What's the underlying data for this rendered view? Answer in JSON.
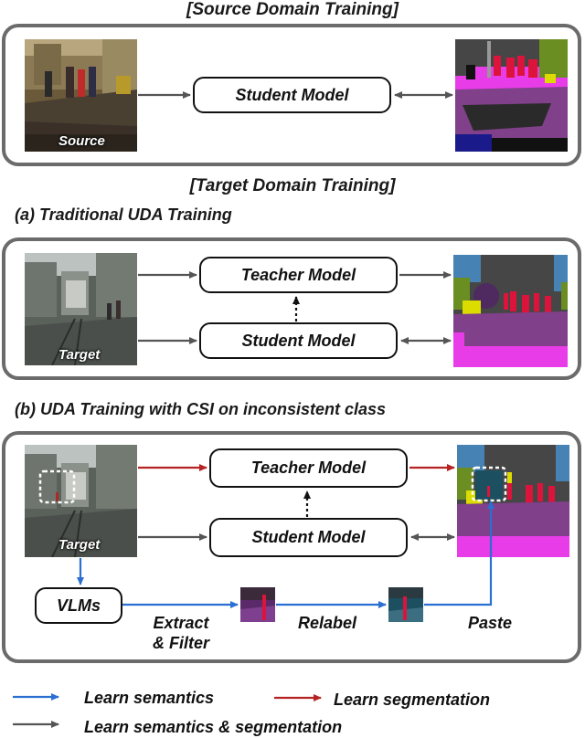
{
  "titles": {
    "source": "[Source Domain Training]",
    "target": "[Target Domain Training]",
    "traditional": "(a) Traditional UDA Training",
    "csi": "(b) UDA Training with CSI on inconsistent class"
  },
  "models": {
    "student": "Student Model",
    "teacher": "Teacher Model",
    "vlms": "VLMs"
  },
  "image_labels": {
    "source": "Source",
    "target": "Target"
  },
  "steps": {
    "extract": "Extract\n& Filter",
    "relabel": "Relabel",
    "paste": "Paste"
  },
  "legend": {
    "semantics": "Learn semantics",
    "segmentation": "Learn segmentation",
    "both": "Learn semantics & segmentation"
  },
  "colors": {
    "blue_arrow": "#2a6fd1",
    "red_arrow": "#b52323",
    "gray_arrow": "#555555",
    "magenta": "#e83ce8",
    "road_purple": "#7e3f8e",
    "person_red": "#dc143c",
    "building_gray": "#464646",
    "vegetation_green": "#6b8e23"
  }
}
